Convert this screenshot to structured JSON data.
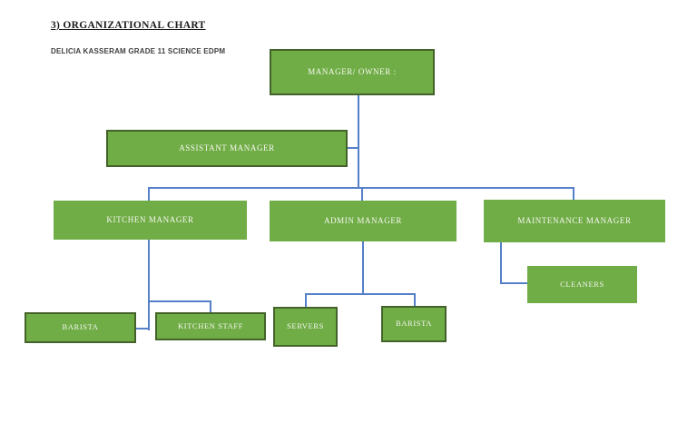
{
  "page": {
    "title": "3) ORGANIZATIONAL CHART",
    "subtitle": "DELICIA KASSERAM GRADE 11 SCIENCE EDPM"
  },
  "colors": {
    "box_fill": "#70AD47",
    "box_border": "#44632A",
    "connector_line": "#5580C8",
    "box_text": "#F7F7F0",
    "title_text": "#1B1B1B"
  },
  "nodes": {
    "manager_owner": {
      "label": "MANAGER/ OWNER :"
    },
    "assistant_manager": {
      "label": "ASSISTANT MANAGER"
    },
    "kitchen_manager": {
      "label": "KITCHEN MANAGER"
    },
    "admin_manager": {
      "label": "ADMIN MANAGER"
    },
    "maintenance_manager": {
      "label": "MAINTENANCE MANAGER"
    },
    "barista_kitchen": {
      "label": "BARISTA"
    },
    "kitchen_staff": {
      "label": "KITCHEN STAFF"
    },
    "servers": {
      "label": "SERVERS"
    },
    "barista_admin": {
      "label": "BARISTA"
    },
    "cleaners": {
      "label": "CLEANERS"
    }
  },
  "hierarchy": {
    "root": "MANAGER/ OWNER :",
    "assistant_of_root": "ASSISTANT MANAGER",
    "branches": [
      {
        "manager": "KITCHEN MANAGER",
        "reports": [
          "BARISTA",
          "KITCHEN STAFF"
        ]
      },
      {
        "manager": "ADMIN MANAGER",
        "reports": [
          "SERVERS",
          "BARISTA"
        ]
      },
      {
        "manager": "MAINTENANCE MANAGER",
        "reports": [
          "CLEANERS"
        ]
      }
    ]
  }
}
